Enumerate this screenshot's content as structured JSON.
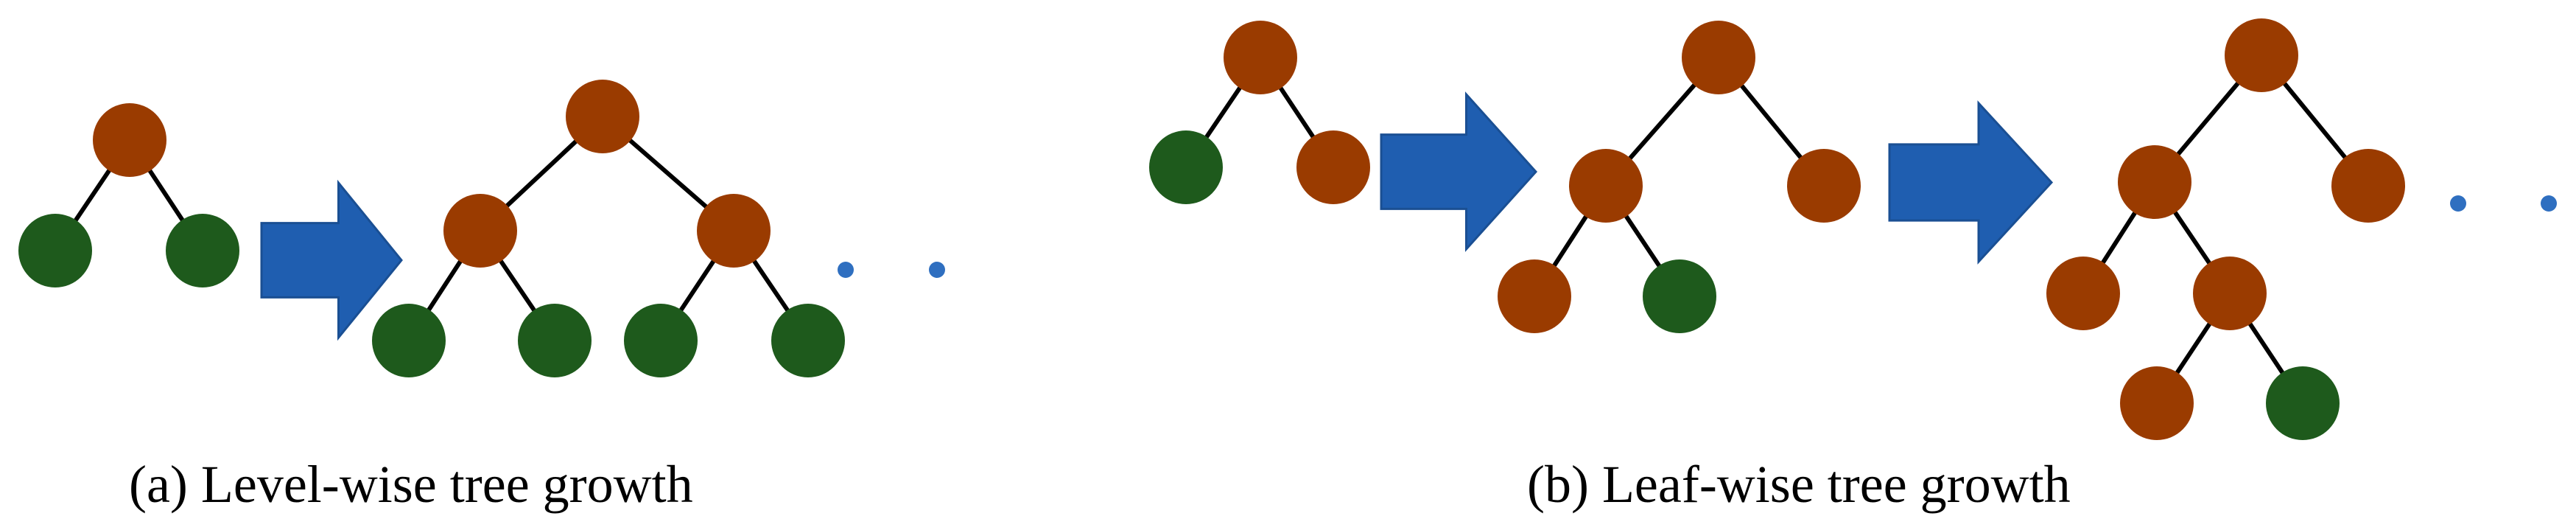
{
  "diagram": {
    "colors": {
      "split_node": "#9a3b00",
      "leaf_node": "#1e5a1c",
      "edge": "#000000",
      "arrow": "#1f5eb0",
      "arrow_outline": "#1a4f93",
      "dots": "#2f6fc0"
    },
    "panels": [
      {
        "id": "level-wise",
        "caption": "(a) Level-wise tree growth",
        "stages": [
          {
            "nodes": [
              {
                "id": "r",
                "type": "split"
              },
              {
                "id": "a",
                "type": "leaf"
              },
              {
                "id": "b",
                "type": "leaf"
              }
            ],
            "edges": [
              [
                "r",
                "a"
              ],
              [
                "r",
                "b"
              ]
            ]
          },
          {
            "nodes": [
              {
                "id": "r",
                "type": "split"
              },
              {
                "id": "a",
                "type": "split"
              },
              {
                "id": "b",
                "type": "split"
              },
              {
                "id": "c",
                "type": "leaf"
              },
              {
                "id": "d",
                "type": "leaf"
              },
              {
                "id": "e",
                "type": "leaf"
              },
              {
                "id": "f",
                "type": "leaf"
              }
            ],
            "edges": [
              [
                "r",
                "a"
              ],
              [
                "r",
                "b"
              ],
              [
                "a",
                "c"
              ],
              [
                "a",
                "d"
              ],
              [
                "b",
                "e"
              ],
              [
                "b",
                "f"
              ]
            ]
          }
        ],
        "continuation": "more"
      },
      {
        "id": "leaf-wise",
        "caption": "(b) Leaf-wise tree growth",
        "stages": [
          {
            "nodes": [
              {
                "id": "r",
                "type": "split"
              },
              {
                "id": "a",
                "type": "leaf"
              },
              {
                "id": "b",
                "type": "split"
              }
            ],
            "edges": [
              [
                "r",
                "a"
              ],
              [
                "r",
                "b"
              ]
            ]
          },
          {
            "nodes": [
              {
                "id": "r",
                "type": "split"
              },
              {
                "id": "a",
                "type": "split"
              },
              {
                "id": "b",
                "type": "split"
              },
              {
                "id": "c",
                "type": "split"
              },
              {
                "id": "d",
                "type": "leaf"
              }
            ],
            "edges": [
              [
                "r",
                "a"
              ],
              [
                "r",
                "b"
              ],
              [
                "a",
                "c"
              ],
              [
                "a",
                "d"
              ]
            ]
          },
          {
            "nodes": [
              {
                "id": "r",
                "type": "split"
              },
              {
                "id": "a",
                "type": "split"
              },
              {
                "id": "b",
                "type": "split"
              },
              {
                "id": "c",
                "type": "split"
              },
              {
                "id": "d",
                "type": "split"
              },
              {
                "id": "e",
                "type": "split"
              },
              {
                "id": "f",
                "type": "leaf"
              }
            ],
            "edges": [
              [
                "r",
                "a"
              ],
              [
                "r",
                "b"
              ],
              [
                "a",
                "c"
              ],
              [
                "a",
                "d"
              ],
              [
                "d",
                "e"
              ],
              [
                "d",
                "f"
              ]
            ]
          }
        ],
        "continuation": "more"
      }
    ]
  }
}
